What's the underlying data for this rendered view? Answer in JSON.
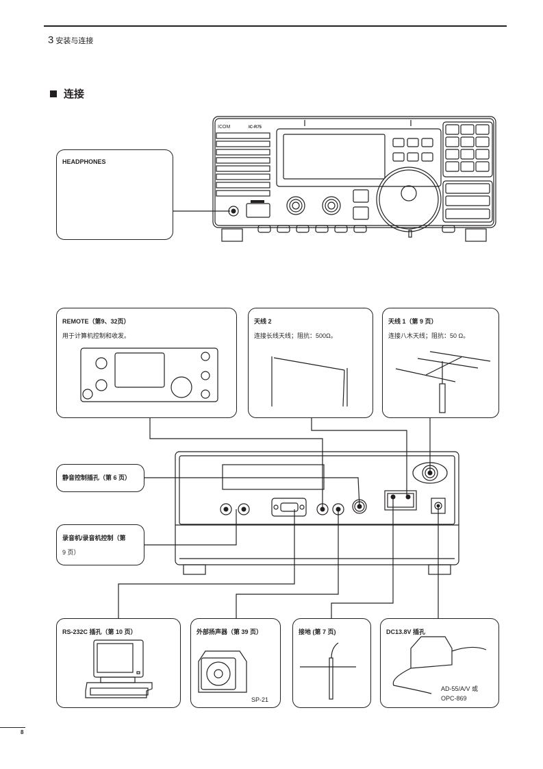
{
  "header": {
    "chapter_number": "3",
    "chapter_title": "安装与连接"
  },
  "section": {
    "title": "连接"
  },
  "front_panel": {
    "brand": "ICOM",
    "model": "IC-R75",
    "headphones_box": {
      "title": "HEADPHONES"
    }
  },
  "remote_box": {
    "title": "REMOTE（第9、32页）",
    "desc": "用于计算机控制和收发。"
  },
  "antenna2_box": {
    "title": "天线 2",
    "desc": "连接长线天线；阻抗：500Ω。"
  },
  "antenna1_box": {
    "title": "天线 1（第 9 页）",
    "desc": "连接八木天线；阻抗：50 Ω。"
  },
  "mute_box": {
    "title": "静音控制插孔（第 6 页）"
  },
  "recorder_box": {
    "title_line1": "录音机/录音机控制（第",
    "title_line2": "9 页）"
  },
  "rs232_box": {
    "title": "RS-232C 插孔（第 10 页）"
  },
  "speaker_box": {
    "title": "外部扬声器（第 39 页）",
    "model": "SP-21"
  },
  "ground_box": {
    "title": "接地 (第 7 页)"
  },
  "dc_box": {
    "title": "DC13.8V 插孔",
    "model_line1": "AD-55/A/V 或",
    "model_line2": "OPC-869"
  },
  "footer": {
    "page_number": "8"
  }
}
